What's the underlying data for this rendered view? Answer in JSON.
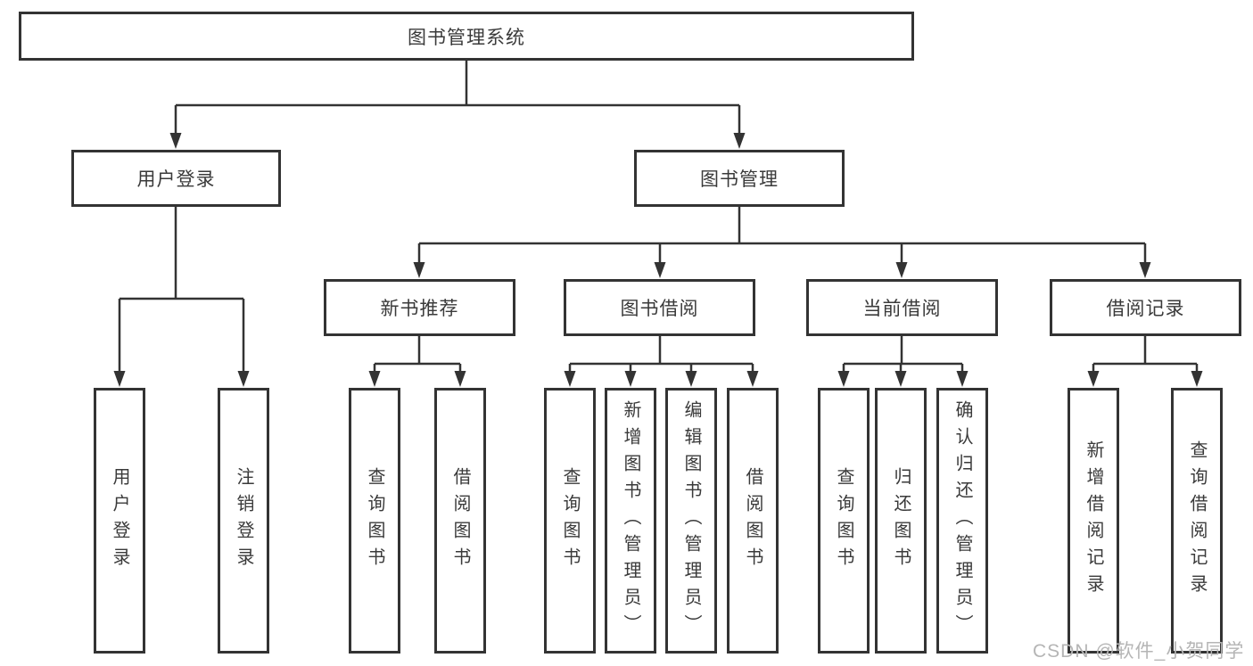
{
  "diagram": {
    "title": "图书管理系统",
    "root": {
      "label": "图书管理系统"
    },
    "branches": [
      {
        "label": "用户登录",
        "children": [
          {
            "label": "用户登录"
          },
          {
            "label": "注销登录"
          }
        ]
      },
      {
        "label": "图书管理",
        "children": [
          {
            "label": "新书推荐",
            "children": [
              {
                "label": "查询图书"
              },
              {
                "label": "借阅图书"
              }
            ]
          },
          {
            "label": "图书借阅",
            "children": [
              {
                "label": "查询图书"
              },
              {
                "label": "新增图书（管理员）"
              },
              {
                "label": "编辑图书（管理员）"
              },
              {
                "label": "借阅图书"
              }
            ]
          },
          {
            "label": "当前借阅",
            "children": [
              {
                "label": "查询图书"
              },
              {
                "label": "归还图书"
              },
              {
                "label": "确认归还（管理员）"
              }
            ]
          },
          {
            "label": "借阅记录",
            "children": [
              {
                "label": "新增借阅记录"
              },
              {
                "label": "查询借阅记录"
              }
            ]
          }
        ]
      }
    ]
  },
  "watermark": {
    "text": "CSDN @软件_小贺同学",
    "color": "#b5b5b5"
  },
  "colors": {
    "box_border": "#333333",
    "connector": "#333333",
    "node_text": "#3a3a3a",
    "background": "#ffffff"
  }
}
